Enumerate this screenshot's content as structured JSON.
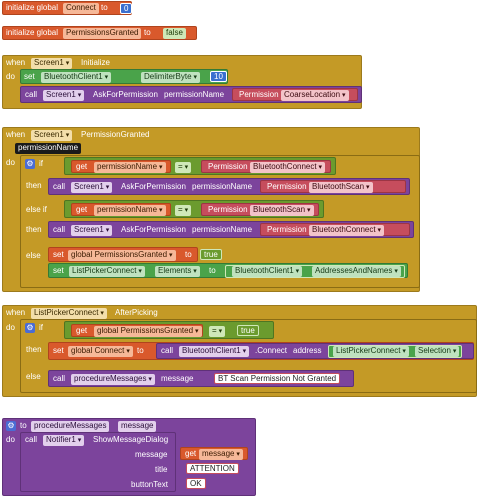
{
  "init_connect": {
    "keyword": "initialize global",
    "name": "Connect",
    "to": "to",
    "value": "0"
  },
  "init_perms": {
    "keyword": "initialize global",
    "name": "PermissionsGranted",
    "to": "to",
    "value": "false"
  },
  "screen_init": {
    "when": "when",
    "component": "Screen1",
    "event": "Initialize",
    "do": "do",
    "set_row": {
      "set": "set",
      "component": "BluetoothClient1",
      "property": "DelimiterByte",
      "to": "to",
      "value": "10"
    },
    "call_row": {
      "call": "call",
      "component": "Screen1",
      "method": "AskForPermission",
      "param": "permissionName",
      "perm_label": "Permission",
      "perm_value": "CoarseLocation"
    }
  },
  "perm_granted": {
    "when": "when",
    "component": "Screen1",
    "event": "PermissionGranted",
    "param": "permissionName",
    "do": "do",
    "if": "if",
    "then": "then",
    "else_if": "else if",
    "else": "else",
    "cond1": {
      "get": "get",
      "name": "permissionName",
      "op": "=",
      "perm_label": "Permission",
      "perm_value": "BluetoothConnect"
    },
    "then1": {
      "call": "call",
      "component": "Screen1",
      "method": "AskForPermission",
      "param": "permissionName",
      "perm_label": "Permission",
      "perm_value": "BluetoothScan"
    },
    "cond2": {
      "get": "get",
      "name": "permissionName",
      "op": "=",
      "perm_label": "Permission",
      "perm_value": "BluetoothScan"
    },
    "then2": {
      "call": "call",
      "component": "Screen1",
      "method": "AskForPermission",
      "param": "permissionName",
      "perm_label": "Permission",
      "perm_value": "BluetoothConnect"
    },
    "else_set": {
      "set": "set",
      "name": "global PermissionsGranted",
      "to": "to",
      "value": "true"
    },
    "else_set2": {
      "set": "set",
      "component": "ListPickerConnect",
      "property": "Elements",
      "to": "to",
      "src_component": "BluetoothClient1",
      "src_property": "AddressesAndNames"
    }
  },
  "after_picking": {
    "when": "when",
    "component": "ListPickerConnect",
    "event": "AfterPicking",
    "do": "do",
    "if": "if",
    "then": "then",
    "else": "else",
    "cond": {
      "get": "get",
      "name": "global PermissionsGranted",
      "op": "=",
      "value": "true"
    },
    "then_row": {
      "set": "set",
      "name": "global Connect",
      "to": "to",
      "call": "call",
      "component": "BluetoothClient1",
      "method": ".Connect",
      "param": "address",
      "src_component": "ListPickerConnect",
      "src_property": "Selection"
    },
    "else_row": {
      "call": "call",
      "proc": "procedureMessages",
      "param": "message",
      "text": "BT Scan Permission Not Granted"
    }
  },
  "procedure": {
    "to": "to",
    "name": "procedureMessages",
    "param": "message",
    "do": "do",
    "call": "call",
    "component": "Notifier1",
    "method": "ShowMessageDialog",
    "arg_message": "message",
    "get": "get",
    "get_name": "message",
    "arg_title": "title",
    "title_value": "ATTENTION",
    "arg_button": "buttonText",
    "button_value": "OK"
  }
}
